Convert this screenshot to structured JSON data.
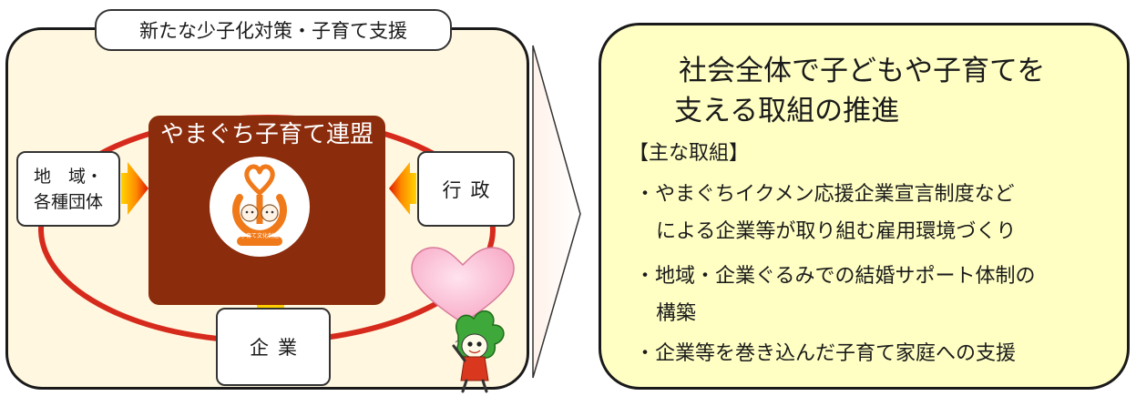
{
  "left": {
    "title": "新たな少子化対策・子育て支援",
    "center_title": "やまぐち子育て連盟",
    "logo_caption": "子育て文化創造",
    "region_line1": "地　域・",
    "region_line2": "各種団体",
    "government": "行政",
    "company": "企業"
  },
  "right": {
    "heading_line1": "社会全体で子どもや子育てを",
    "heading_line2": "支える取組の推進",
    "section_label": "【主な取組】",
    "item1_line1": "・やまぐちイクメン応援企業宣言制度など",
    "item1_line2": "による企業等が取り組む雇用環境づくり",
    "item2_line1": "・地域・企業ぐるみでの結婚サポート体制の",
    "item2_line2": "構築",
    "item3": "・企業等を巻き込んだ子育て家庭への支援"
  },
  "colors": {
    "ring": "#d62a1c",
    "center_block": "#8b2c0c",
    "left_bg": "#fff7df",
    "right_bg": "#ffffc4",
    "arrow_orange": "#ff8a00"
  }
}
